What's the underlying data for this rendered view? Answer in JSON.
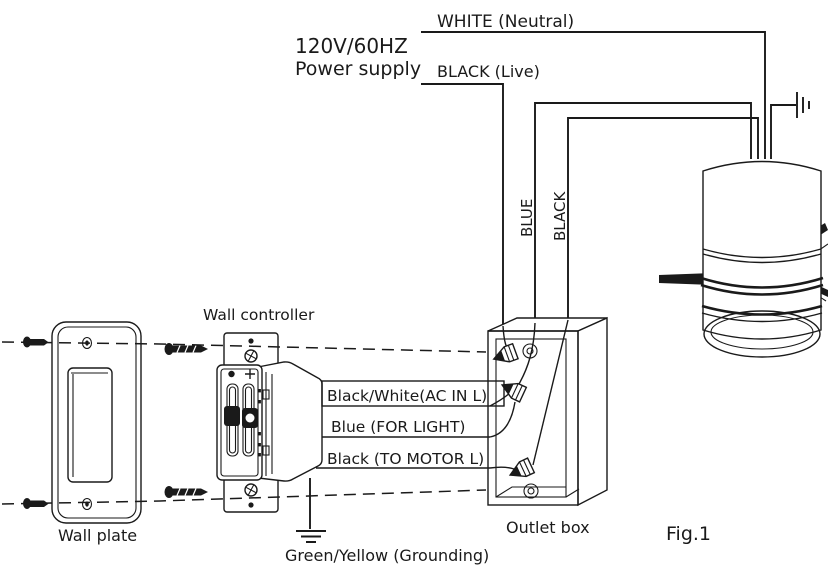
{
  "diagram": {
    "figure_label": "Fig.1",
    "power_supply": {
      "line1": "120V/60HZ",
      "line2": "Power supply"
    },
    "supply_wires": {
      "neutral": "WHITE (Neutral)",
      "live": "BLACK (Live)"
    },
    "riser_wires": {
      "blue": "BLUE",
      "black": "BLACK"
    },
    "controller_wires": {
      "ac_in": "Black/White(AC IN L)",
      "light": "Blue (FOR LIGHT)",
      "motor": "Black (TO MOTOR L)",
      "ground": "Green/Yellow (Grounding)"
    },
    "components": {
      "wall_plate": "Wall plate",
      "wall_controller": "Wall controller",
      "outlet_box": "Outlet box"
    },
    "colors": {
      "ink": "#1a1a1a",
      "background": "#ffffff"
    }
  }
}
